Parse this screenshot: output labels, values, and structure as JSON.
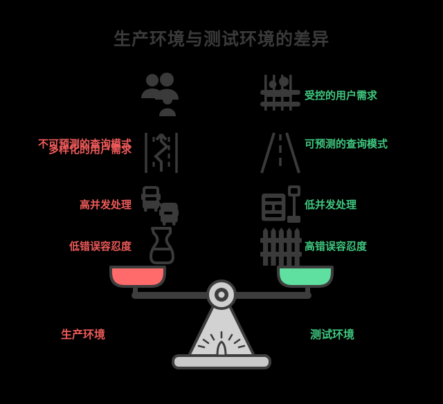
{
  "title": "生产环境与测试环境的差异",
  "colors": {
    "background": "#000000",
    "title": "#3a3a3a",
    "production_red": "#ef5a5a",
    "test_green": "#3fc77f",
    "icon_gray": "#3a3a3a",
    "pan_left": "#ff6b6b",
    "pan_right": "#5fe0a0",
    "beam": "#3d3d3d",
    "base": "#cfcfcf"
  },
  "comparison_rows": [
    {
      "left_label": "多样化的用户需求",
      "left_icon": "group-of-people-icon",
      "right_label": "受控的用户需求",
      "right_icon": "fenced-crowd-icon"
    },
    {
      "left_label": "不可预测的查询模式",
      "left_icon": "winding-road-icon",
      "right_label": "可预测的查询模式",
      "right_icon": "straight-road-icon"
    },
    {
      "left_label": "高并发处理",
      "left_icon": "traffic-jam-icon",
      "right_label": "低并发处理",
      "right_icon": "single-parked-car-icon"
    },
    {
      "left_label": "低错误容忍度",
      "left_icon": "fragile-vase-icon",
      "right_label": "高错误容忍度",
      "right_icon": "fence-icon"
    }
  ],
  "scale": {
    "left_pan_label": "生产环境",
    "right_pan_label": "测试环境",
    "icon": "balance-scale-icon"
  }
}
